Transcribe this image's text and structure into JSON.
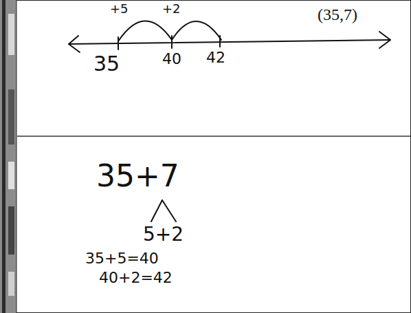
{
  "diagram": {
    "labels": [
      "+5",
      "+2",
      "(35,7)",
      "35",
      "40",
      "42",
      "35+7",
      "5+2",
      "35+5=40",
      "40+2=42"
    ]
  }
}
